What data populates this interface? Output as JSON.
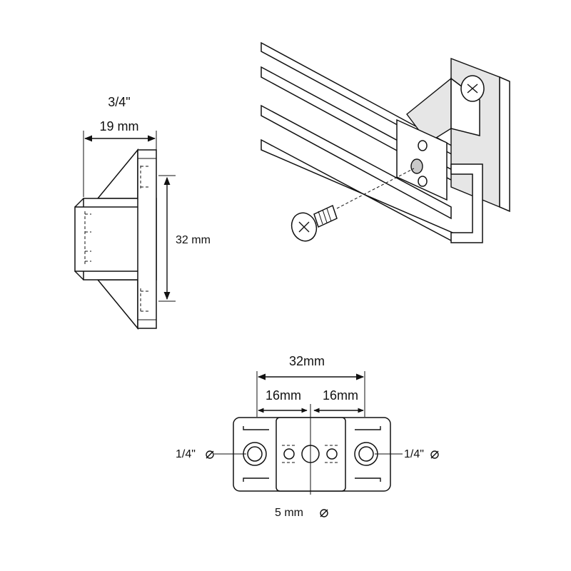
{
  "side_view": {
    "width_inch": "3/4\"",
    "width_mm": "19 mm",
    "height_mm": "32 mm"
  },
  "front_view": {
    "spacing_total": "32mm",
    "spacing_left": "16mm",
    "spacing_right": "16mm",
    "hole_left": "1/4\"",
    "hole_right": "1/4\"",
    "center_hole": "5 mm"
  },
  "colors": {
    "line": "#111111",
    "part_fill": "#e6e6e6",
    "background": "#ffffff"
  }
}
